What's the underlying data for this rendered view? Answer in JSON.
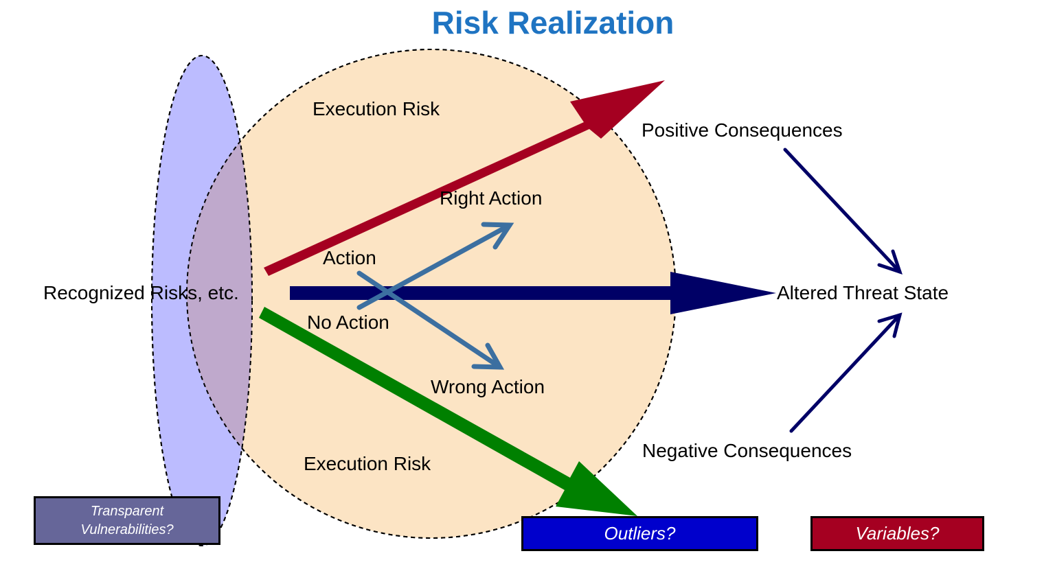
{
  "title": "Risk Realization",
  "labels": {
    "execution_risk_top": "Execution Risk",
    "execution_risk_bottom": "Execution Risk",
    "positive_consequences": "Positive Consequences",
    "negative_consequences": "Negative Consequences",
    "right_action": "Right Action",
    "wrong_action": "Wrong Action",
    "action": "Action",
    "no_action": "No Action",
    "recognized_risks": "Recognized Risks, etc.",
    "altered_threat_state": "Altered Threat State"
  },
  "boxes": {
    "transparent_vulnerabilities": [
      "Transparent",
      "Vulnerabilities?"
    ],
    "outliers": "Outliers?",
    "variables": "Variables?"
  },
  "colors": {
    "title": "#1f74c2",
    "circle_fill": "#fce4c4",
    "ellipse_fill": "#bcbcff",
    "overlap_fill": "#bfa9cc",
    "red_arrow": "#a50021",
    "green_arrow": "#008000",
    "navy_arrow": "#000066",
    "steel_arrow": "#3c6fa0",
    "transparent_box": "#666699",
    "outliers_box": "#0000cc",
    "variables_box": "#a50021"
  }
}
